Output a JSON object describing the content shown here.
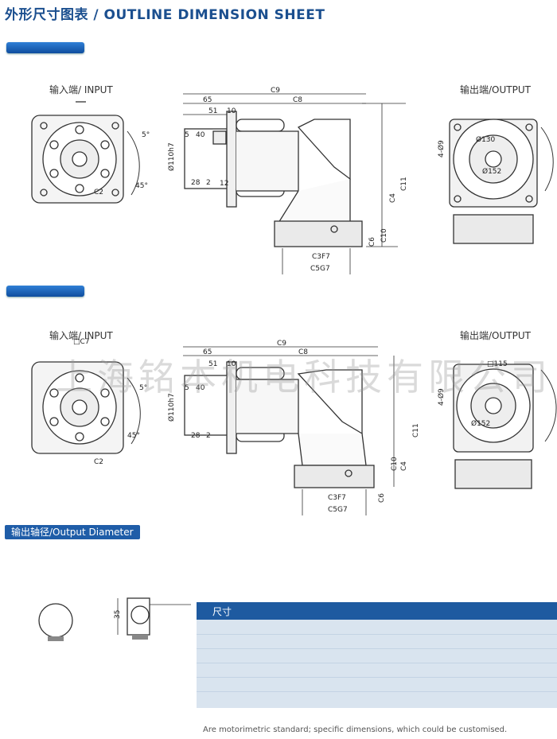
{
  "header": {
    "title": "外形尺寸图表 / OUTLINE DIMENSION SHEET"
  },
  "view_labels": {
    "input_1": "输入端/ INPUT",
    "output_1": "输出端/OUTPUT",
    "input_2": "输入端/ INPUT",
    "output_2": "输出端/OUTPUT"
  },
  "dims_top": {
    "c9": "C9",
    "c8": "C8",
    "d65": "65",
    "d51": "51",
    "d10": "10",
    "d5": "5",
    "d40": "40",
    "d28": "28",
    "d2": "2",
    "d12": "12",
    "phi110": "Ø110h7",
    "c11": "C11",
    "c4": "C4",
    "c10": "C10",
    "c6": "C6",
    "c3": "C3F7",
    "c5": "C5G7",
    "c2": "C2",
    "a45": "45°",
    "a5": "5°",
    "holes": "4-Ø9",
    "phi130": "Ø130",
    "phi152": "Ø152"
  },
  "dims_mid": {
    "c7": "□C7",
    "c9": "C9",
    "c8": "C8",
    "d65": "65",
    "d51": "51",
    "d10": "10",
    "d5": "5",
    "d40": "40",
    "d28": "28",
    "d2": "2",
    "phi110": "Ø110h7",
    "c11": "C11",
    "c4": "C4",
    "c10": "C10",
    "c6": "C6",
    "c3": "C3F7",
    "c5": "C5G7",
    "c2": "C2",
    "a45": "45°",
    "a5": "5°",
    "holes": "4-Ø9",
    "phi115": "□115",
    "phi152": "Ø152"
  },
  "watermark": "上海铭本机电科技有限公司",
  "section_tab": "输出轴径/Output Diameter",
  "shaft": {
    "d35": "35"
  },
  "table": {
    "header": "尺寸"
  },
  "footer_note": "Are motorimetric standard; specific dimensions, which could be customised."
}
